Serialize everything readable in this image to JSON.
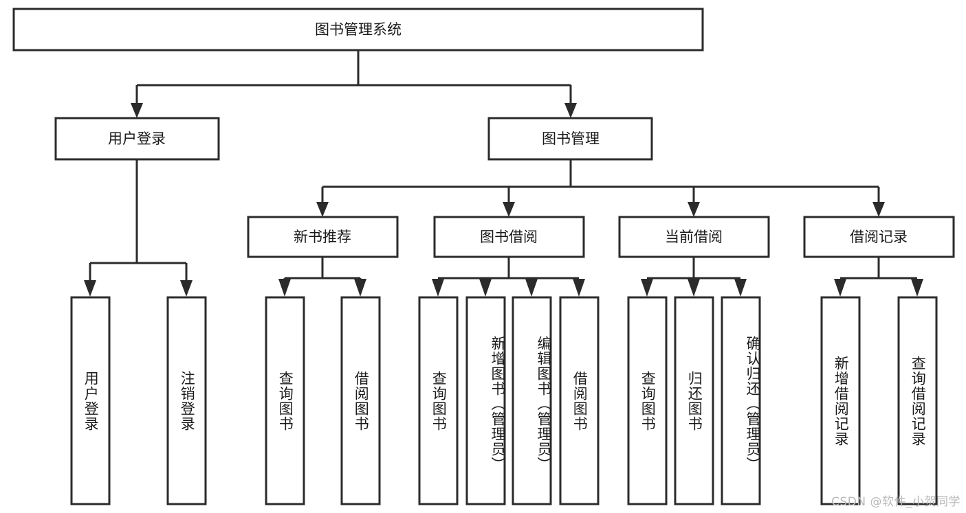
{
  "diagram": {
    "title": "图书管理系统",
    "type": "tree-hierarchy-diagram",
    "colors": {
      "box_stroke": "#2b2b2b",
      "box_fill": "#ffffff",
      "connector": "#2b2b2b",
      "text": "#1a1a1a",
      "watermark": "#b9b9b9",
      "background": "#ffffff"
    },
    "root": {
      "label": "图书管理系统"
    },
    "level2": [
      {
        "label": "用户登录"
      },
      {
        "label": "图书管理"
      }
    ],
    "level3": [
      {
        "label": "新书推荐"
      },
      {
        "label": "图书借阅"
      },
      {
        "label": "当前借阅"
      },
      {
        "label": "借阅记录"
      }
    ],
    "leaves": {
      "user_login": [
        {
          "label": "用户登录"
        },
        {
          "label": "注销登录"
        }
      ],
      "new_book_recommend": [
        {
          "label": "查询图书"
        },
        {
          "label": "借阅图书"
        }
      ],
      "book_borrow": [
        {
          "label": "查询图书"
        },
        {
          "label": "新增图书（管理员）"
        },
        {
          "label": "编辑图书（管理员）"
        },
        {
          "label": "借阅图书"
        }
      ],
      "current_borrow": [
        {
          "label": "查询图书"
        },
        {
          "label": "归还图书"
        },
        {
          "label": "确认归还（管理员）"
        }
      ],
      "borrow_record": [
        {
          "label": "新增借阅记录"
        },
        {
          "label": "查询借阅记录"
        }
      ]
    }
  },
  "watermark": {
    "text": "CSDN @软件_小贺同学"
  }
}
